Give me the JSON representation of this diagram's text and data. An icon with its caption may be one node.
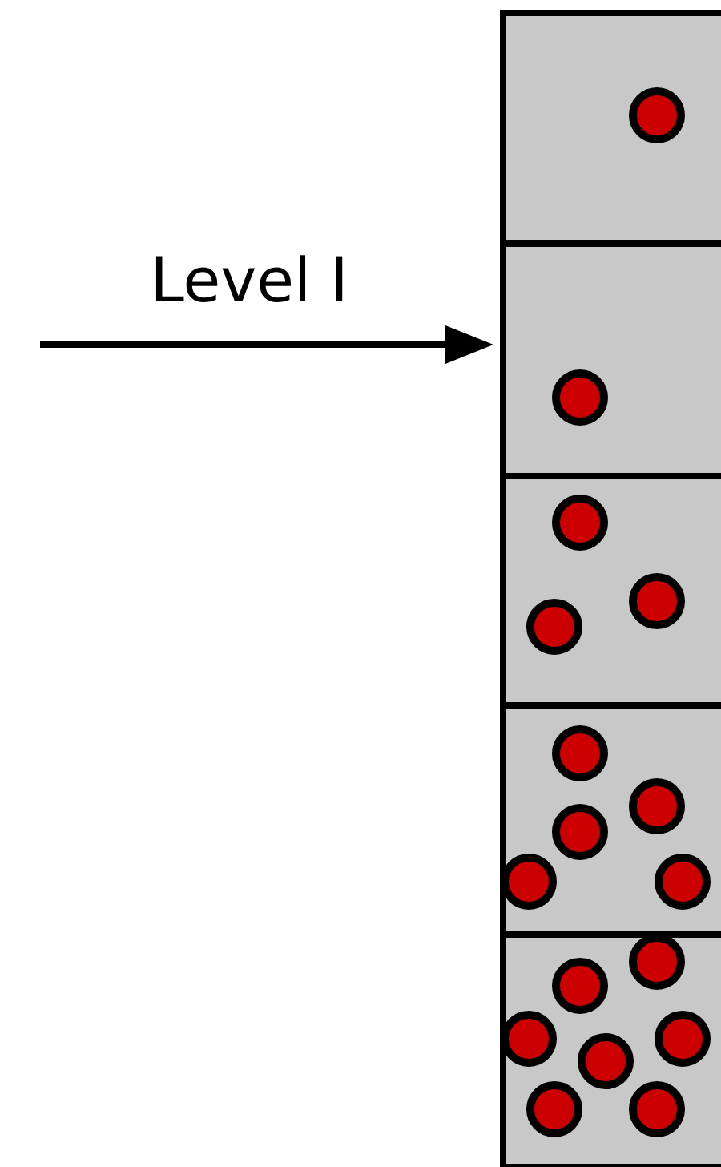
{
  "diagram": {
    "nodes": [
      {
        "text": [],
        "shape": "box"
      },
      {
        "text": [],
        "shape": "box"
      },
      {
        "text": [],
        "shape": "box"
      },
      {
        "text": [],
        "shape": "box"
      },
      {
        "text": [],
        "shape": "box"
      }
    ],
    "edges": [
      {
        "from": null,
        "to": 1,
        "arrow": "to",
        "label": "Level I"
      }
    ]
  }
}
